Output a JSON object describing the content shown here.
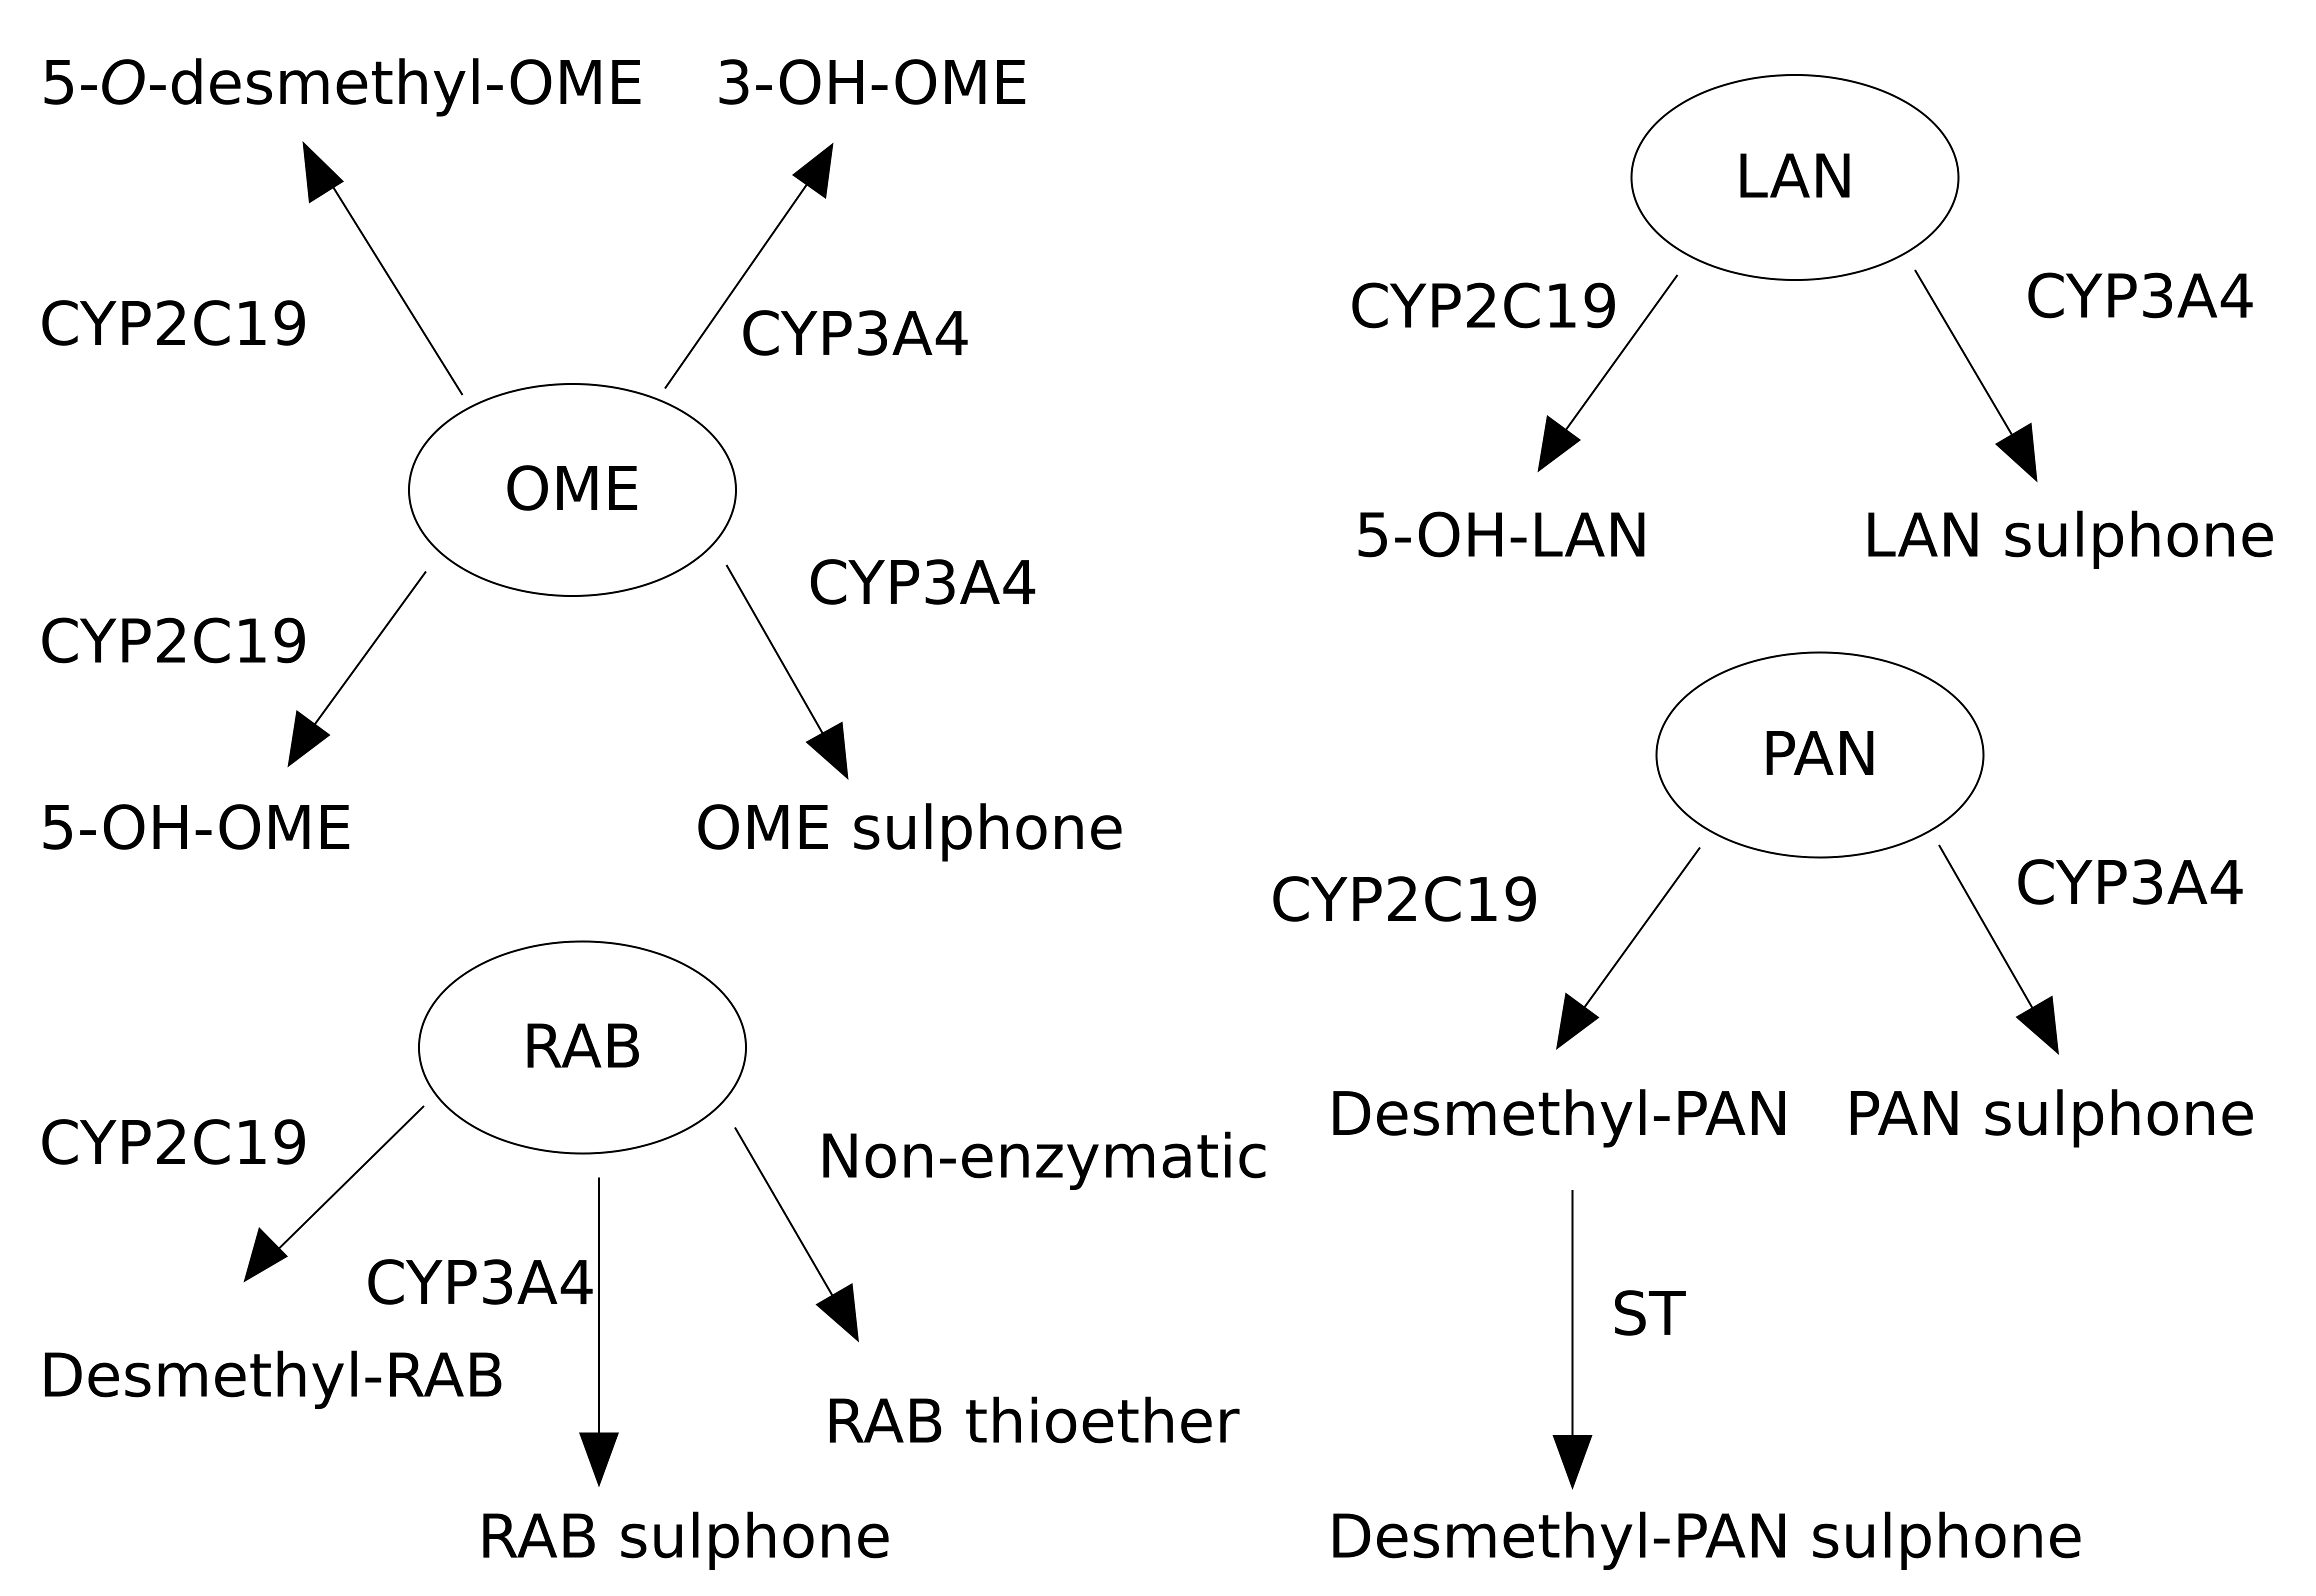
{
  "diagram": {
    "ome": {
      "parent": "OME",
      "top_left_product_prefix": "5-",
      "top_left_product_italic": "O",
      "top_left_product_suffix": "-desmethyl-OME",
      "top_left_enzyme": "CYP2C19",
      "top_right_product": "3-OH-OME",
      "top_right_enzyme": "CYP3A4",
      "bottom_left_enzyme": "CYP2C19",
      "bottom_left_product": "5-OH-OME",
      "bottom_right_enzyme": "CYP3A4",
      "bottom_right_product": "OME sulphone"
    },
    "lan": {
      "parent": "LAN",
      "left_enzyme": "CYP2C19",
      "left_product": "5-OH-LAN",
      "right_enzyme": "CYP3A4",
      "right_product": "LAN sulphone"
    },
    "rab": {
      "parent": "RAB",
      "left_enzyme": "CYP2C19",
      "left_product": "Desmethyl-RAB",
      "middle_enzyme": "CYP3A4",
      "middle_product": "RAB sulphone",
      "right_enzyme": "Non-enzymatic",
      "right_product": "RAB thioether"
    },
    "pan": {
      "parent": "PAN",
      "left_enzyme": "CYP2C19",
      "left_product": "Desmethyl-PAN",
      "right_enzyme": "CYP3A4",
      "right_product": "PAN sulphone",
      "second_enzyme": "ST",
      "second_product": "Desmethyl-PAN sulphone"
    }
  }
}
